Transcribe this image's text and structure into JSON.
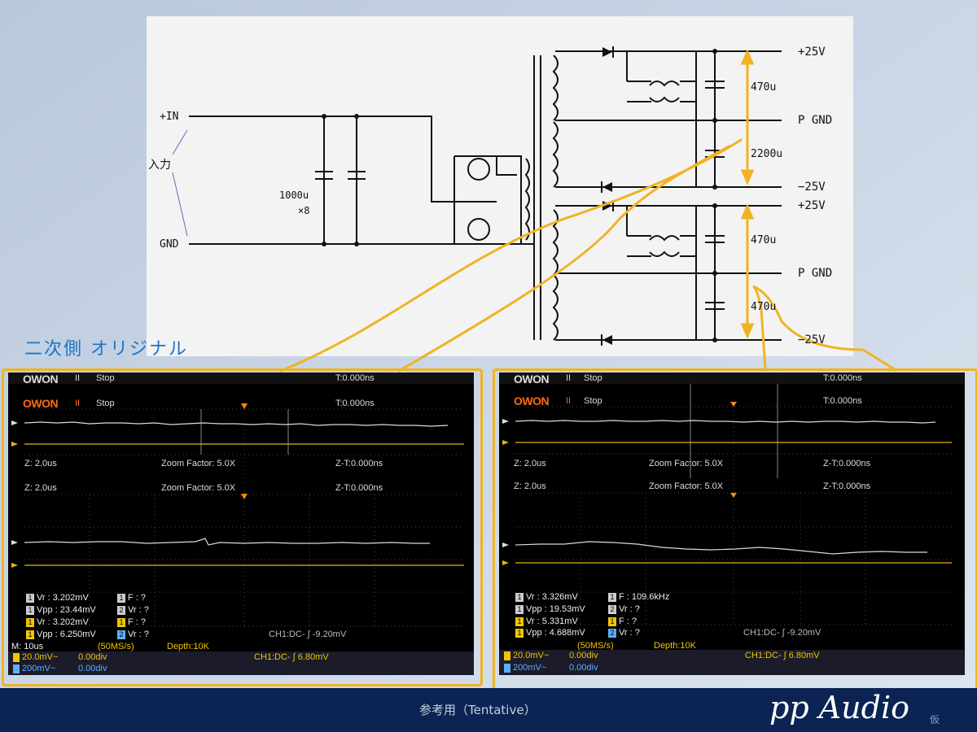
{
  "circuit": {
    "input_plus": "+IN",
    "input_label": "入力",
    "gnd": "GND",
    "cap_main": "1000u",
    "cap_mult": "×8",
    "out_top_pos": "+25V",
    "out_top_pgnd": "P GND",
    "out_top_neg": "−25V",
    "out_bot_pos": "+25V",
    "out_bot_pgnd": "P GND",
    "out_bot_neg": "−25V",
    "cap_470_top": "470u",
    "cap_2200": "2200u",
    "cap_470_mid": "470u",
    "cap_470_bot": "470u"
  },
  "section_label": "二次側 オリジナル",
  "scope_left": {
    "brand_back": "OWON",
    "brand_front": "OWON",
    "mode": "II",
    "stop": "Stop",
    "trig_time": "T:0.000ns",
    "zoom_z": "Z: 2.0us",
    "zoom_factor": "Zoom Factor: 5.0X",
    "zoom_zt": "Z-T:0.000ns",
    "m_time": "M: 10us",
    "m_rate": "(50MS/s)",
    "depth": "Depth:10K",
    "ch1_trig_back": "CH1:DC- ∫ -9.20mV",
    "ch1_trig_front": "CH1:DC- ∫ 6.80mV",
    "ch1_scale": "20.0mV~",
    "ch1_pos": "0.00div",
    "ch2_scale": "200mV~",
    "ch2_pos": "0.00div",
    "m0_vr": "Vr : 3.202mV",
    "m0_f": "F :   ?",
    "m0_vpp": "Vpp : 23.44mV",
    "m0_vr2": "Vr :   ?",
    "m1_vr": "Vr : 3.202mV",
    "m1_f": "F :   ?",
    "m1_vpp": "Vpp : 6.250mV",
    "m1_vr2": "Vr :   ?"
  },
  "scope_right": {
    "brand_back": "OWON",
    "brand_front": "OWON",
    "mode": "II",
    "stop": "Stop",
    "trig_time": "T:0.000ns",
    "zoom_z": "Z: 2.0us",
    "zoom_factor": "Zoom Factor: 5.0X",
    "zoom_zt": "Z-T:0.000ns",
    "m_rate": "(50MS/s)",
    "depth": "Depth:10K",
    "ch1_trig_back": "CH1:DC- ∫ -9.20mV",
    "ch1_trig_front": "CH1:DC- ∫ 6.80mV",
    "ch1_scale": "20.0mV~",
    "ch1_pos": "0.00div",
    "ch2_scale": "200mV~",
    "ch2_pos": "0.00div",
    "m0_vr": "Vr : 3.326mV",
    "m0_f": "F : 109.6kHz",
    "m0_vpp": "Vpp : 19.53mV",
    "m0_vr2": "Vr :   ?",
    "m1_vr": "Vr : 5.331mV",
    "m1_f": "F :   ?",
    "m1_vpp": "Vpp : 4.688mV",
    "m1_vr2": "Vr :   ?"
  },
  "footer": {
    "note": "参考用（Tentative）",
    "brand": "pp Audio",
    "sub": "仮"
  },
  "colors": {
    "accent": "#f0b323",
    "footer_bg": "#0b2453",
    "section_label": "#1c74c9",
    "ch1_trace": "#d9d9d9",
    "ch2_trace": "#e8b40a"
  }
}
